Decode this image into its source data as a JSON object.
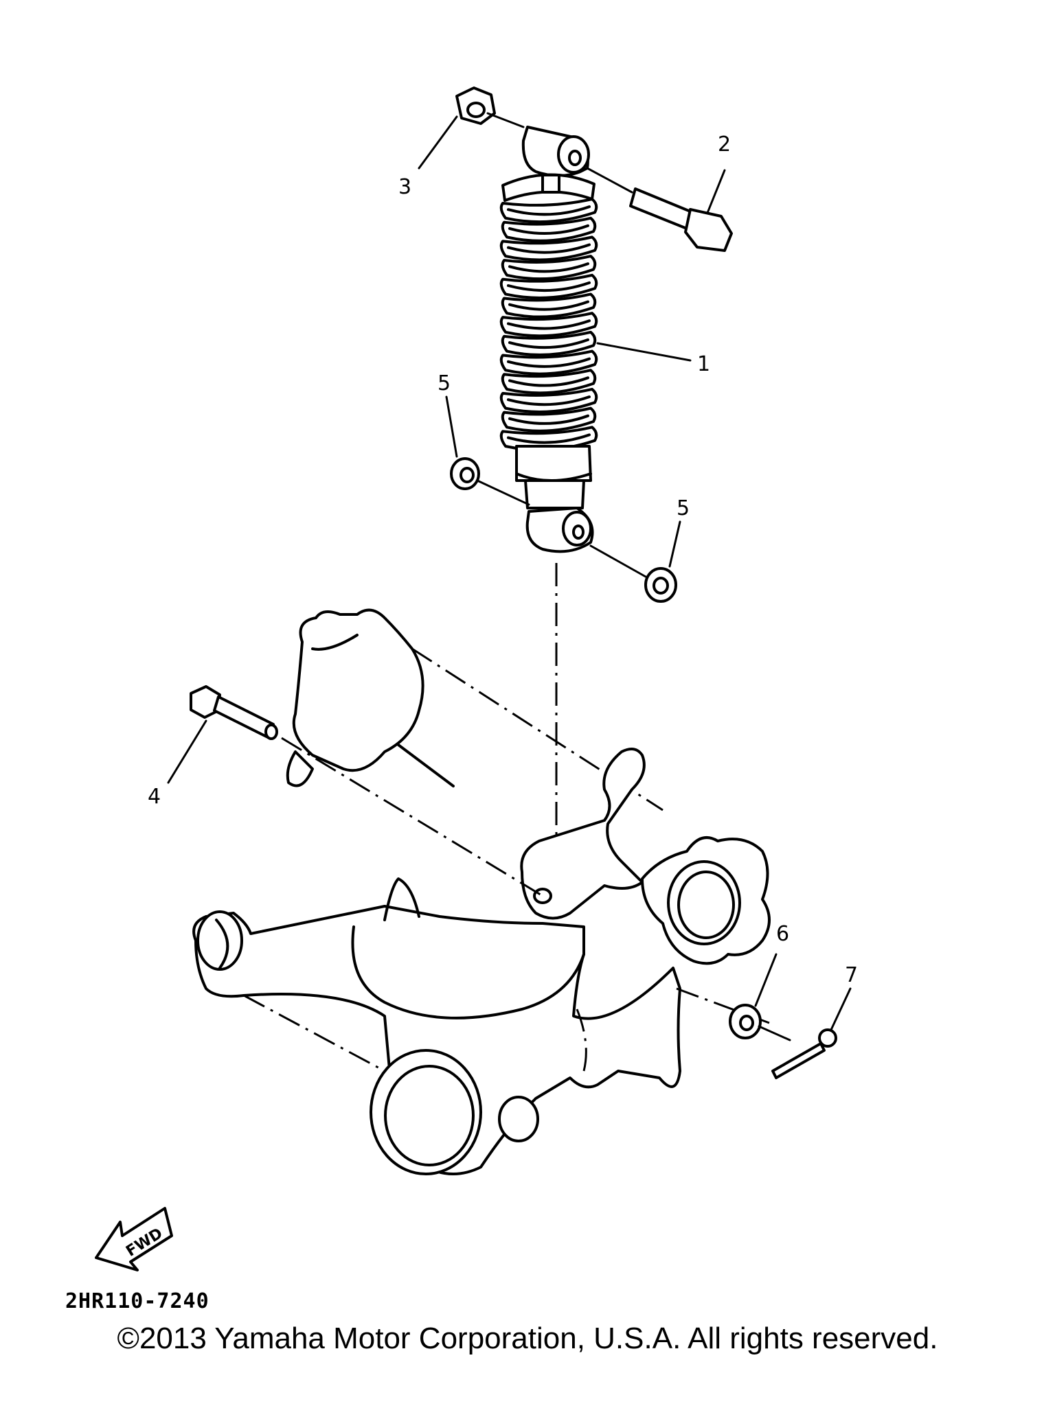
{
  "callouts": [
    {
      "id": "1",
      "text": "1"
    },
    {
      "id": "2",
      "text": "2"
    },
    {
      "id": "3",
      "text": "3"
    },
    {
      "id": "4",
      "text": "4"
    },
    {
      "id": "5a",
      "text": "5"
    },
    {
      "id": "5b",
      "text": "5"
    },
    {
      "id": "6",
      "text": "6"
    },
    {
      "id": "7",
      "text": "7"
    }
  ],
  "direction_label": "FWD",
  "diagram_code": "2HR110-7240",
  "copyright": "©2013 Yamaha Motor Corporation, U.S.A. All rights reserved."
}
